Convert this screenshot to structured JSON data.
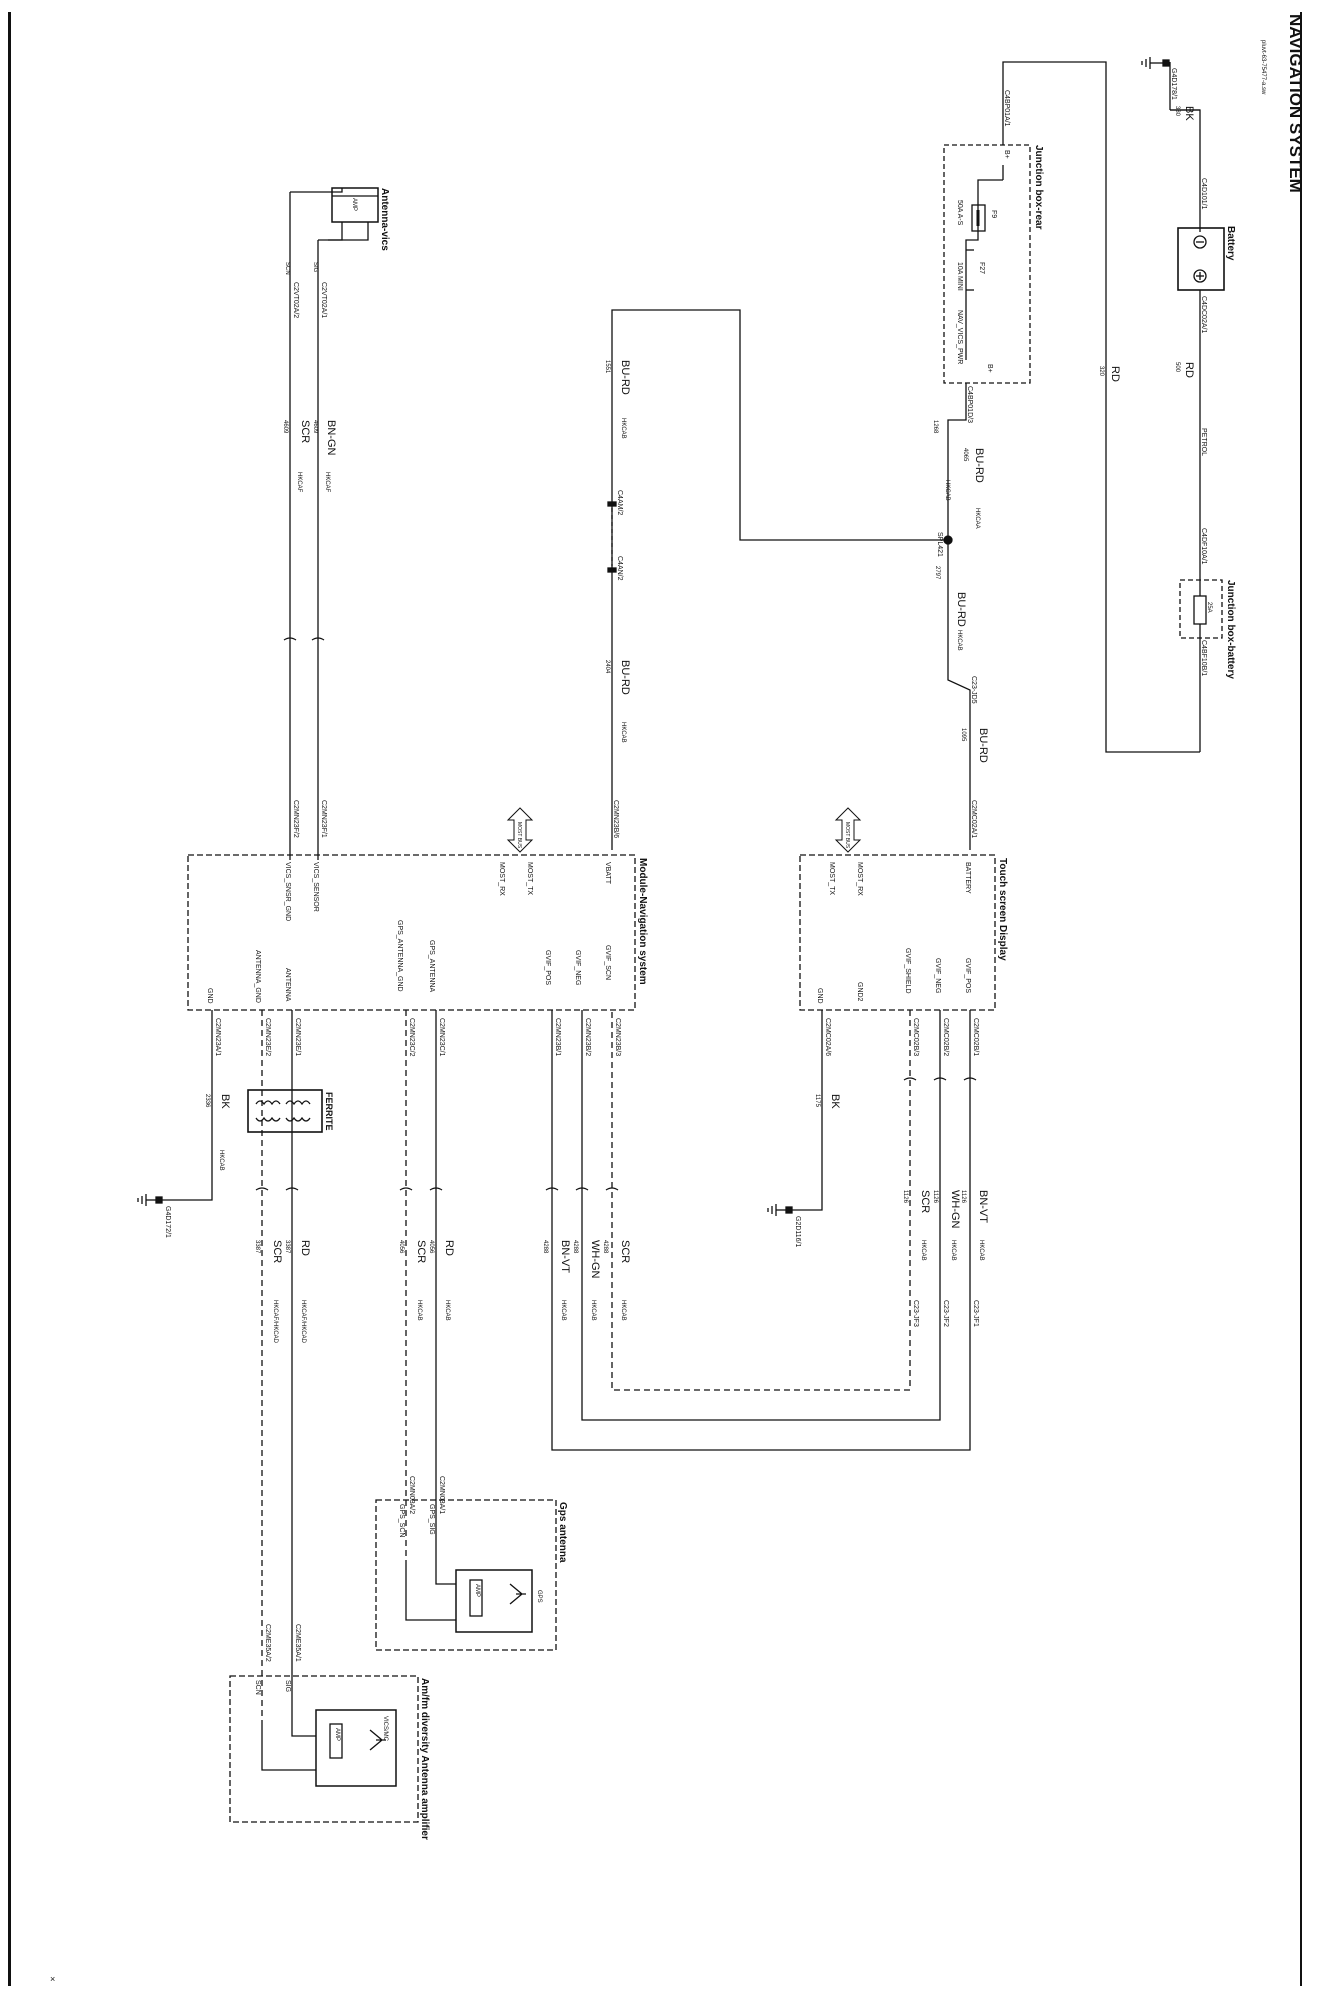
{
  "page_title": "NAVIGATION SYSTEM",
  "drawing_ref": "pluvt-63-75477-a.sw",
  "footer_mark": "×",
  "components": {
    "battery": "Battery",
    "jb_rear": "Junction box-rear",
    "jb_battery": "Junction box-battery",
    "antenna_vics": "Antenna-vics",
    "module_nav": "Module-Navigation system",
    "touch_screen": "Touch screen Display",
    "ferrite": "FERRITE",
    "gps_antenna": "Gps antenna",
    "amfm_amp": "Am/fm diversity Antenna amplifier"
  },
  "connectors": {
    "g4d178": "G4D178/1",
    "c4d101": "C4D101/1",
    "c4dc02": "C4DC02A/1",
    "c4df10": "C4DF10A/1",
    "c4bf10b": "C4BF10B/1",
    "c4bp01a": "C4BP01A/1",
    "c4bp01d": "C4BP01D/3",
    "c4am2": "C4AM/2",
    "c4an2": "C4AN/2",
    "c23jd5": "C23-JD5",
    "c2mc02a1": "C2MC02A/1",
    "c2mn23b6": "C2MN23B/6",
    "c2mn23f1": "C2MN23F/1",
    "c2mn23f2": "C2MN23F/2",
    "c2vt02a1": "C2VT02A/1",
    "c2vt02a2": "C2VT02A/2",
    "c2mc02b1": "C2MC02B/1",
    "c2mc02b2": "C2MC02B/2",
    "c2mc02b3": "C2MC02B/3",
    "c2mc02a6": "C2MC02A/6",
    "g2d116": "G2D116/1",
    "c23jf1": "C23-JF1",
    "c23jf2": "C23-JF2",
    "c23jf3": "C23-JF3",
    "c2mn23b1": "C2MN23B/1",
    "c2mn23b2": "C2MN23B/2",
    "c2mn23b3": "C2MN23B/3",
    "c2mn23c1": "C2MN23C/1",
    "c2mn23c2": "C2MN23C/2",
    "c2mn23e1": "C2MN23E/1",
    "c2mn23e2": "C2MN23E/2",
    "c2mn23a1": "C2MN23A/1",
    "g4d172": "G4D172/1",
    "c2mn03a1": "C2MN03A/1",
    "c2mn03a2": "C2MN03A/2",
    "c2me35a1": "C2ME35A/1",
    "c2me35a2": "C2ME35A/2",
    "spl421": "SPL421"
  },
  "wires": {
    "w380": {
      "color": "BK",
      "num": "380"
    },
    "w500": {
      "color": "RD",
      "num": "500",
      "note": "PETROL"
    },
    "w320": {
      "color": "RD",
      "num": "320"
    },
    "w4065": {
      "color": "BU-RD",
      "num": "4065",
      "harness": "HKCAA"
    },
    "w1268": {
      "num": "1268",
      "harness": "HKCAB"
    },
    "w2797": {
      "color": "BU-RD",
      "num": "2797",
      "harness": "HKCAB"
    },
    "w1095": {
      "color": "BU-RD",
      "num": "1095"
    },
    "w1551": {
      "color": "BU-RD",
      "num": "1551",
      "harness": "HKCAB"
    },
    "w2404": {
      "color": "BU-RD",
      "num": "2404",
      "harness": "HKCAB"
    },
    "w4609a": {
      "color": "BN-GN",
      "num": "4609",
      "harness": "HKCAF"
    },
    "w4609b": {
      "color": "SCR",
      "num": "4609",
      "harness": "HKCAF"
    },
    "w1175": {
      "color": "BK",
      "num": "1175"
    },
    "w1126a": {
      "color": "BN-VT",
      "num": "1126",
      "harness": "HKCAB"
    },
    "w1126b": {
      "color": "WH-GN",
      "num": "1126",
      "harness": "HKCAB"
    },
    "w1126c": {
      "color": "SCR",
      "num": "1126",
      "harness": "HKCAB"
    },
    "w4288a": {
      "color": "SCR",
      "num": "4288",
      "harness": "HKCAB"
    },
    "w4288b": {
      "color": "WH-GN",
      "num": "4288",
      "harness": "HKCAB"
    },
    "w4288c": {
      "color": "BN-VT",
      "num": "4288",
      "harness": "HKCAB"
    },
    "w4056a": {
      "color": "RD",
      "num": "4056",
      "harness": "HKCAB"
    },
    "w4056b": {
      "color": "SCR",
      "num": "4056",
      "harness": "HKCAB"
    },
    "w3387a": {
      "color": "RD",
      "num": "3387",
      "harness": "HKCAF/HKCAD"
    },
    "w3387b": {
      "color": "SCR",
      "num": "3387",
      "harness": "HKCAF/HKCAD"
    },
    "w2336": {
      "color": "BK",
      "num": "2336",
      "harness": "HKCAB"
    }
  },
  "pins": {
    "b_plus_1": "B+",
    "b_plus_2": "B+",
    "nav_vics_pwr": "NAV_VICS_PWR",
    "vbatt": "VBATT",
    "battery_pin": "BATTERY",
    "most_tx": "MOST_TX",
    "most_rx": "MOST_RX",
    "most_rx2": "MOST_RX",
    "most_tx2": "MOST_TX",
    "most_bus": "MOST BUS",
    "most_bus2": "MOST BUS",
    "vics_sensor": "VICS_SENSOR",
    "vics_snsr_gnd": "VICS_SNSR_GND",
    "sig": "SIG",
    "scn": "SCN",
    "gvif_scn": "GVIF_SCN",
    "gvif_neg": "GVIF_NEG",
    "gvif_pos": "GVIF_POS",
    "gps_antenna_pin": "GPS_ANTENNA",
    "gps_antenna_gnd": "GPS_ANTENNA_GND",
    "antenna": "ANTENNA",
    "antenna_gnd": "ANTENNA_GND",
    "gnd": "GND",
    "gvif_pos2": "GVIF_POS",
    "gvif_neg2": "GVIF_NEG",
    "gvif_shield": "GVIF_SHIELD",
    "gnd2": "GND2",
    "gnd3": "GND",
    "gps_sig": "GPS_SIG",
    "gps_scn": "GPS_SCN",
    "sig2": "SIG",
    "scn2": "SCN",
    "amp": "AMP",
    "gps": "GPS",
    "vicsmc": "VICS/MC"
  },
  "fuses": {
    "f9": "F9",
    "f9_rating": "50A A-S",
    "f27": "F27",
    "f27_rating": "10A MINI",
    "jbb_rating": "25A"
  }
}
